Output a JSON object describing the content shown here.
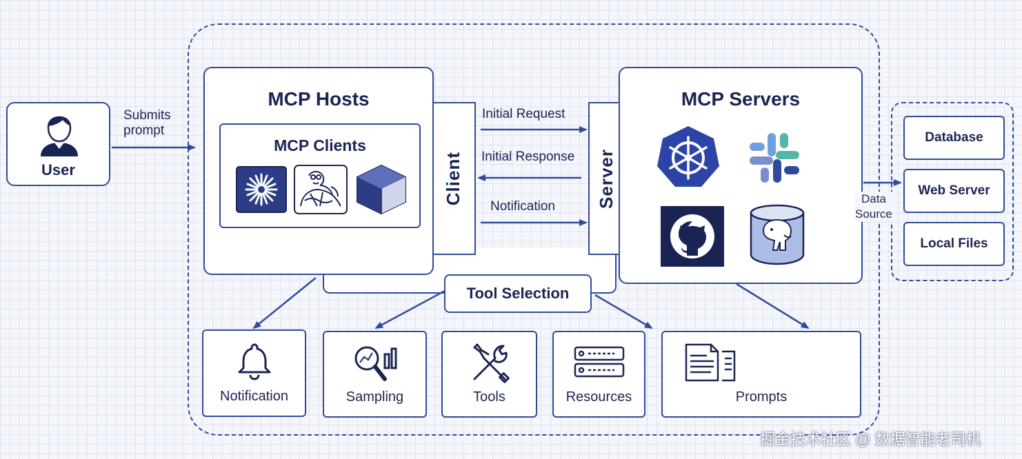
{
  "user": {
    "label": "User"
  },
  "submits": {
    "line1": "Submits",
    "line2": "prompt"
  },
  "hosts": {
    "title": "MCP Hosts",
    "clients_title": "MCP Clients"
  },
  "client_label": "Client",
  "server_label": "Server",
  "messages": {
    "request": "Initial Request",
    "response": "Initial Response",
    "notification": "Notification"
  },
  "servers": {
    "title": "MCP Servers"
  },
  "data_source": {
    "line1": "Data",
    "line2": "Source"
  },
  "sources": [
    "Database",
    "Web Server",
    "Local Files"
  ],
  "tool_selection": "Tool Selection",
  "features": [
    "Notification",
    "Sampling",
    "Tools",
    "Resources",
    "Prompts"
  ],
  "watermark": "掘金技术社区 @ 数据智能老司机",
  "colors": {
    "accent": "#2f4a9a",
    "dark": "#1a2452",
    "bg": "#f4f6fb"
  }
}
